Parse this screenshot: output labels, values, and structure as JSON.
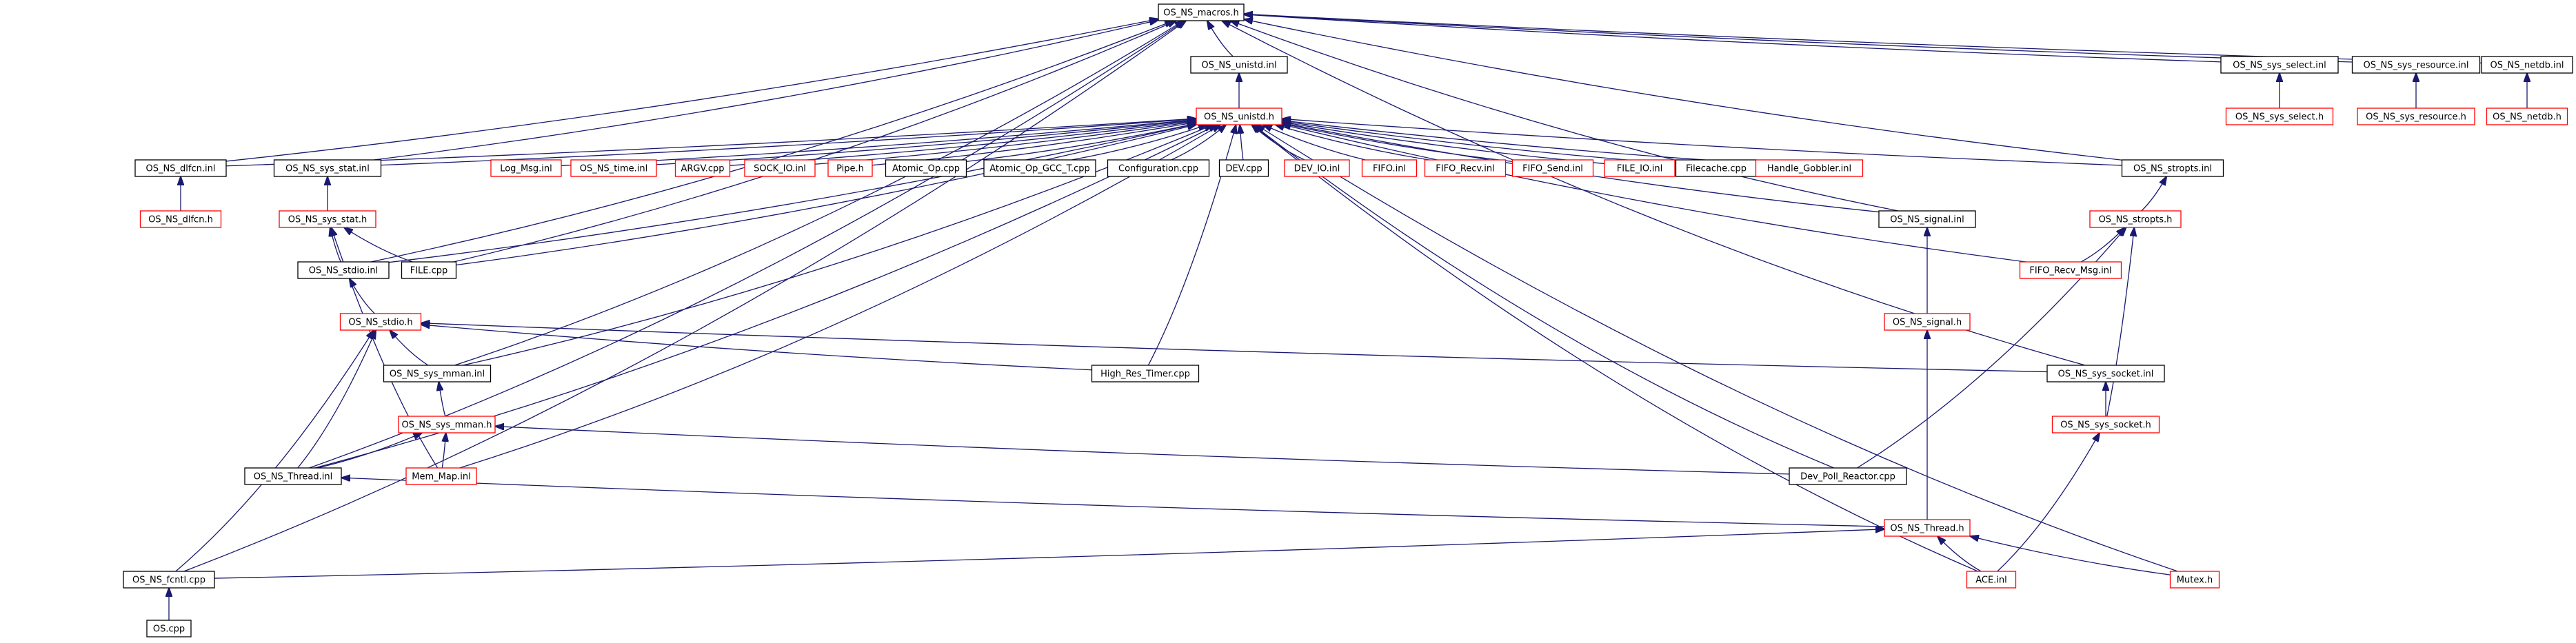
{
  "colors": {
    "edge": "#191970",
    "box_black": "#000000",
    "box_red": "#ff0000",
    "box_fill": "#ffffff",
    "root_fill": "#bfbfbf"
  },
  "nodes": [
    {
      "id": "macros",
      "label": "OS_NS_macros.h",
      "style": "root"
    },
    {
      "id": "unistd_inl",
      "label": "OS_NS_unistd.inl",
      "style": "black"
    },
    {
      "id": "sel_inl",
      "label": "OS_NS_sys_select.inl",
      "style": "black"
    },
    {
      "id": "res_inl",
      "label": "OS_NS_sys_resource.inl",
      "style": "black"
    },
    {
      "id": "netdb_inl",
      "label": "OS_NS_netdb.inl",
      "style": "black"
    },
    {
      "id": "sel_h",
      "label": "OS_NS_sys_select.h",
      "style": "red"
    },
    {
      "id": "res_h",
      "label": "OS_NS_sys_resource.h",
      "style": "red"
    },
    {
      "id": "netdb_h",
      "label": "OS_NS_netdb.h",
      "style": "red"
    },
    {
      "id": "unistd_h",
      "label": "OS_NS_unistd.h",
      "style": "red"
    },
    {
      "id": "dlfcn_inl",
      "label": "OS_NS_dlfcn.inl",
      "style": "black"
    },
    {
      "id": "stat_inl",
      "label": "OS_NS_sys_stat.inl",
      "style": "black"
    },
    {
      "id": "logmsg",
      "label": "Log_Msg.inl",
      "style": "red"
    },
    {
      "id": "time_inl",
      "label": "OS_NS_time.inl",
      "style": "red"
    },
    {
      "id": "argv",
      "label": "ARGV.cpp",
      "style": "red"
    },
    {
      "id": "sockio",
      "label": "SOCK_IO.inl",
      "style": "red"
    },
    {
      "id": "pipe",
      "label": "Pipe.h",
      "style": "red"
    },
    {
      "id": "atomic",
      "label": "Atomic_Op.cpp",
      "style": "black"
    },
    {
      "id": "atomic_gcc",
      "label": "Atomic_Op_GCC_T.cpp",
      "style": "black"
    },
    {
      "id": "config",
      "label": "Configuration.cpp",
      "style": "black"
    },
    {
      "id": "dev",
      "label": "DEV.cpp",
      "style": "black"
    },
    {
      "id": "devio",
      "label": "DEV_IO.inl",
      "style": "red"
    },
    {
      "id": "fifo",
      "label": "FIFO.inl",
      "style": "red"
    },
    {
      "id": "fiforecv",
      "label": "FIFO_Recv.inl",
      "style": "red"
    },
    {
      "id": "fifosend",
      "label": "FIFO_Send.inl",
      "style": "red"
    },
    {
      "id": "fileio",
      "label": "FILE_IO.inl",
      "style": "red"
    },
    {
      "id": "filecache",
      "label": "Filecache.cpp",
      "style": "black"
    },
    {
      "id": "handle",
      "label": "Handle_Gobbler.inl",
      "style": "red"
    },
    {
      "id": "stropts_inl",
      "label": "OS_NS_stropts.inl",
      "style": "black"
    },
    {
      "id": "dlfcn_h",
      "label": "OS_NS_dlfcn.h",
      "style": "red"
    },
    {
      "id": "stat_h",
      "label": "OS_NS_sys_stat.h",
      "style": "red"
    },
    {
      "id": "signal_inl",
      "label": "OS_NS_signal.inl",
      "style": "black"
    },
    {
      "id": "stropts_h",
      "label": "OS_NS_stropts.h",
      "style": "red"
    },
    {
      "id": "stdio_inl",
      "label": "OS_NS_stdio.inl",
      "style": "black"
    },
    {
      "id": "filecpp",
      "label": "FILE.cpp",
      "style": "black"
    },
    {
      "id": "fiforecvmsg",
      "label": "FIFO_Recv_Msg.inl",
      "style": "red"
    },
    {
      "id": "stdio_h",
      "label": "OS_NS_stdio.h",
      "style": "red"
    },
    {
      "id": "signal_h",
      "label": "OS_NS_signal.h",
      "style": "red"
    },
    {
      "id": "mman_inl",
      "label": "OS_NS_sys_mman.inl",
      "style": "black"
    },
    {
      "id": "hrt",
      "label": "High_Res_Timer.cpp",
      "style": "black"
    },
    {
      "id": "socket_inl",
      "label": "OS_NS_sys_socket.inl",
      "style": "black"
    },
    {
      "id": "mman_h",
      "label": "OS_NS_sys_mman.h",
      "style": "red"
    },
    {
      "id": "socket_h",
      "label": "OS_NS_sys_socket.h",
      "style": "red"
    },
    {
      "id": "thread_inl",
      "label": "OS_NS_Thread.inl",
      "style": "black"
    },
    {
      "id": "memmap",
      "label": "Mem_Map.inl",
      "style": "red"
    },
    {
      "id": "devpoll",
      "label": "Dev_Poll_Reactor.cpp",
      "style": "black"
    },
    {
      "id": "thread_h",
      "label": "OS_NS_Thread.h",
      "style": "red"
    },
    {
      "id": "fcntl",
      "label": "OS_NS_fcntl.cpp",
      "style": "black"
    },
    {
      "id": "ace",
      "label": "ACE.inl",
      "style": "red"
    },
    {
      "id": "mutex",
      "label": "Mutex.h",
      "style": "red"
    },
    {
      "id": "oscpp",
      "label": "OS.cpp",
      "style": "black"
    }
  ],
  "edges": [
    [
      "unistd_inl",
      "macros"
    ],
    [
      "sel_inl",
      "macros"
    ],
    [
      "res_inl",
      "macros"
    ],
    [
      "netdb_inl",
      "macros"
    ],
    [
      "sel_h",
      "sel_inl"
    ],
    [
      "res_h",
      "res_inl"
    ],
    [
      "netdb_h",
      "netdb_inl"
    ],
    [
      "unistd_h",
      "unistd_inl"
    ],
    [
      "dlfcn_inl",
      "macros"
    ],
    [
      "stat_inl",
      "macros"
    ],
    [
      "stdio_inl",
      "macros"
    ],
    [
      "mman_inl",
      "macros"
    ],
    [
      "thread_inl",
      "macros"
    ],
    [
      "fcntl",
      "macros"
    ],
    [
      "stropts_inl",
      "macros"
    ],
    [
      "socket_inl",
      "macros"
    ],
    [
      "signal_inl",
      "macros"
    ],
    [
      "filecpp",
      "macros"
    ],
    [
      "dlfcn_inl",
      "unistd_h"
    ],
    [
      "stat_inl",
      "unistd_h"
    ],
    [
      "logmsg",
      "unistd_h"
    ],
    [
      "time_inl",
      "unistd_h"
    ],
    [
      "argv",
      "unistd_h"
    ],
    [
      "sockio",
      "unistd_h"
    ],
    [
      "pipe",
      "unistd_h"
    ],
    [
      "atomic",
      "unistd_h"
    ],
    [
      "atomic_gcc",
      "unistd_h"
    ],
    [
      "config",
      "unistd_h"
    ],
    [
      "dev",
      "unistd_h"
    ],
    [
      "devio",
      "unistd_h"
    ],
    [
      "fifo",
      "unistd_h"
    ],
    [
      "fiforecv",
      "unistd_h"
    ],
    [
      "fifosend",
      "unistd_h"
    ],
    [
      "fileio",
      "unistd_h"
    ],
    [
      "filecache",
      "unistd_h"
    ],
    [
      "handle",
      "unistd_h"
    ],
    [
      "stropts_inl",
      "unistd_h"
    ],
    [
      "signal_inl",
      "unistd_h"
    ],
    [
      "stdio_inl",
      "unistd_h"
    ],
    [
      "filecpp",
      "unistd_h"
    ],
    [
      "mman_inl",
      "unistd_h"
    ],
    [
      "hrt",
      "unistd_h"
    ],
    [
      "thread_inl",
      "unistd_h"
    ],
    [
      "memmap",
      "unistd_h"
    ],
    [
      "devpoll",
      "unistd_h"
    ],
    [
      "ace",
      "unistd_h"
    ],
    [
      "fiforecvmsg",
      "unistd_h"
    ],
    [
      "mutex",
      "unistd_h"
    ],
    [
      "dlfcn_h",
      "dlfcn_inl"
    ],
    [
      "stat_h",
      "stat_inl"
    ],
    [
      "stdio_inl",
      "stat_h"
    ],
    [
      "filecpp",
      "stat_h"
    ],
    [
      "memmap",
      "stat_h"
    ],
    [
      "stdio_h",
      "stdio_inl"
    ],
    [
      "mman_inl",
      "stdio_h"
    ],
    [
      "thread_inl",
      "stdio_h"
    ],
    [
      "fcntl",
      "stdio_h"
    ],
    [
      "hrt",
      "stdio_h"
    ],
    [
      "socket_inl",
      "stdio_h"
    ],
    [
      "signal_h",
      "signal_inl"
    ],
    [
      "stropts_h",
      "stropts_inl"
    ],
    [
      "fiforecvmsg",
      "stropts_h"
    ],
    [
      "socket_h",
      "stropts_h"
    ],
    [
      "devpoll",
      "stropts_h"
    ],
    [
      "mman_h",
      "mman_inl"
    ],
    [
      "thread_inl",
      "mman_h"
    ],
    [
      "memmap",
      "mman_h"
    ],
    [
      "devpoll",
      "mman_h"
    ],
    [
      "socket_h",
      "socket_inl"
    ],
    [
      "ace",
      "socket_h"
    ],
    [
      "thread_h",
      "signal_h"
    ],
    [
      "thread_h",
      "thread_inl"
    ],
    [
      "fcntl",
      "thread_h"
    ],
    [
      "ace",
      "thread_h"
    ],
    [
      "mutex",
      "thread_h"
    ],
    [
      "oscpp",
      "fcntl"
    ]
  ]
}
